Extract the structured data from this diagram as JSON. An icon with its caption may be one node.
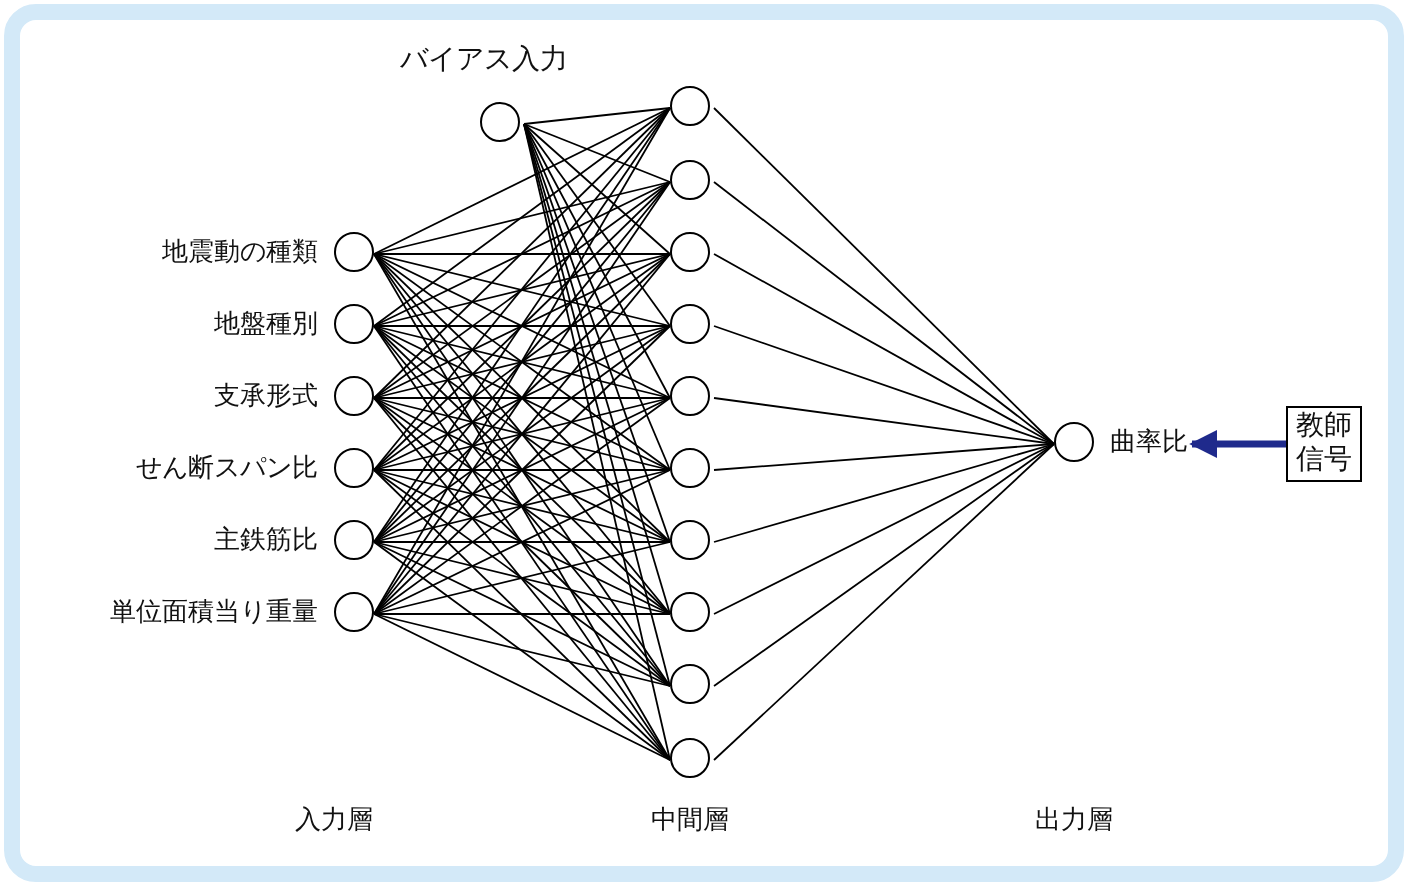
{
  "diagram": {
    "nodes": [
      {
        "text": [],
        "shape": "circle",
        "beside": [
          "バイアス入力"
        ]
      },
      {
        "text": [],
        "shape": "circle",
        "beside": [
          "地震動の種類"
        ]
      },
      {
        "text": [],
        "shape": "circle",
        "beside": [
          "地盤種別"
        ]
      },
      {
        "text": [],
        "shape": "circle",
        "beside": [
          "支承形式"
        ]
      },
      {
        "text": [],
        "shape": "circle",
        "beside": [
          "せん断スパン比"
        ]
      },
      {
        "text": [],
        "shape": "circle",
        "beside": [
          "主鉄筋比"
        ]
      },
      {
        "text": [],
        "shape": "circle",
        "beside": [
          "単位面積当り重量"
        ]
      },
      {
        "text": [],
        "shape": "circle"
      },
      {
        "text": [],
        "shape": "circle"
      },
      {
        "text": [],
        "shape": "circle"
      },
      {
        "text": [],
        "shape": "circle"
      },
      {
        "text": [],
        "shape": "circle"
      },
      {
        "text": [],
        "shape": "circle"
      },
      {
        "text": [],
        "shape": "circle"
      },
      {
        "text": [],
        "shape": "circle"
      },
      {
        "text": [],
        "shape": "circle"
      },
      {
        "text": [],
        "shape": "circle"
      },
      {
        "text": [],
        "shape": "circle",
        "beside": [
          "曲率比"
        ]
      },
      {
        "text": [
          "教師信号"
        ]
      }
    ],
    "edges": [
      {
        "from": 0,
        "to": 7,
        "arrow": "none"
      },
      {
        "from": 0,
        "to": 8,
        "arrow": "none"
      },
      {
        "from": 0,
        "to": 9,
        "arrow": "none"
      },
      {
        "from": 0,
        "to": 10,
        "arrow": "none"
      },
      {
        "from": 0,
        "to": 11,
        "arrow": "none"
      },
      {
        "from": 0,
        "to": 12,
        "arrow": "none"
      },
      {
        "from": 0,
        "to": 13,
        "arrow": "none"
      },
      {
        "from": 0,
        "to": 14,
        "arrow": "none"
      },
      {
        "from": 0,
        "to": 15,
        "arrow": "none"
      },
      {
        "from": 0,
        "to": 16,
        "arrow": "none"
      },
      {
        "from": 1,
        "to": 7,
        "arrow": "none"
      },
      {
        "from": 1,
        "to": 8,
        "arrow": "none"
      },
      {
        "from": 1,
        "to": 9,
        "arrow": "none"
      },
      {
        "from": 1,
        "to": 10,
        "arrow": "none"
      },
      {
        "from": 1,
        "to": 11,
        "arrow": "none"
      },
      {
        "from": 1,
        "to": 12,
        "arrow": "none"
      },
      {
        "from": 1,
        "to": 13,
        "arrow": "none"
      },
      {
        "from": 1,
        "to": 14,
        "arrow": "none"
      },
      {
        "from": 1,
        "to": 15,
        "arrow": "none"
      },
      {
        "from": 1,
        "to": 16,
        "arrow": "none"
      },
      {
        "from": 2,
        "to": 7,
        "arrow": "none"
      },
      {
        "from": 2,
        "to": 8,
        "arrow": "none"
      },
      {
        "from": 2,
        "to": 9,
        "arrow": "none"
      },
      {
        "from": 2,
        "to": 10,
        "arrow": "none"
      },
      {
        "from": 2,
        "to": 11,
        "arrow": "none"
      },
      {
        "from": 2,
        "to": 12,
        "arrow": "none"
      },
      {
        "from": 2,
        "to": 13,
        "arrow": "none"
      },
      {
        "from": 2,
        "to": 14,
        "arrow": "none"
      },
      {
        "from": 2,
        "to": 15,
        "arrow": "none"
      },
      {
        "from": 2,
        "to": 16,
        "arrow": "none"
      },
      {
        "from": 3,
        "to": 7,
        "arrow": "none"
      },
      {
        "from": 3,
        "to": 8,
        "arrow": "none"
      },
      {
        "from": 3,
        "to": 9,
        "arrow": "none"
      },
      {
        "from": 3,
        "to": 10,
        "arrow": "none"
      },
      {
        "from": 3,
        "to": 11,
        "arrow": "none"
      },
      {
        "from": 3,
        "to": 12,
        "arrow": "none"
      },
      {
        "from": 3,
        "to": 13,
        "arrow": "none"
      },
      {
        "from": 3,
        "to": 14,
        "arrow": "none"
      },
      {
        "from": 3,
        "to": 15,
        "arrow": "none"
      },
      {
        "from": 3,
        "to": 16,
        "arrow": "none"
      },
      {
        "from": 4,
        "to": 7,
        "arrow": "none"
      },
      {
        "from": 4,
        "to": 8,
        "arrow": "none"
      },
      {
        "from": 4,
        "to": 9,
        "arrow": "none"
      },
      {
        "from": 4,
        "to": 10,
        "arrow": "none"
      },
      {
        "from": 4,
        "to": 11,
        "arrow": "none"
      },
      {
        "from": 4,
        "to": 12,
        "arrow": "none"
      },
      {
        "from": 4,
        "to": 13,
        "arrow": "none"
      },
      {
        "from": 4,
        "to": 14,
        "arrow": "none"
      },
      {
        "from": 4,
        "to": 15,
        "arrow": "none"
      },
      {
        "from": 4,
        "to": 16,
        "arrow": "none"
      },
      {
        "from": 5,
        "to": 7,
        "arrow": "none"
      },
      {
        "from": 5,
        "to": 8,
        "arrow": "none"
      },
      {
        "from": 5,
        "to": 9,
        "arrow": "none"
      },
      {
        "from": 5,
        "to": 10,
        "arrow": "none"
      },
      {
        "from": 5,
        "to": 11,
        "arrow": "none"
      },
      {
        "from": 5,
        "to": 12,
        "arrow": "none"
      },
      {
        "from": 5,
        "to": 13,
        "arrow": "none"
      },
      {
        "from": 5,
        "to": 14,
        "arrow": "none"
      },
      {
        "from": 5,
        "to": 15,
        "arrow": "none"
      },
      {
        "from": 5,
        "to": 16,
        "arrow": "none"
      },
      {
        "from": 6,
        "to": 7,
        "arrow": "none"
      },
      {
        "from": 6,
        "to": 8,
        "arrow": "none"
      },
      {
        "from": 6,
        "to": 9,
        "arrow": "none"
      },
      {
        "from": 6,
        "to": 10,
        "arrow": "none"
      },
      {
        "from": 6,
        "to": 11,
        "arrow": "none"
      },
      {
        "from": 6,
        "to": 12,
        "arrow": "none"
      },
      {
        "from": 6,
        "to": 13,
        "arrow": "none"
      },
      {
        "from": 6,
        "to": 14,
        "arrow": "none"
      },
      {
        "from": 6,
        "to": 15,
        "arrow": "none"
      },
      {
        "from": 6,
        "to": 16,
        "arrow": "none"
      },
      {
        "from": 7,
        "to": 17,
        "arrow": "none"
      },
      {
        "from": 8,
        "to": 17,
        "arrow": "none"
      },
      {
        "from": 9,
        "to": 17,
        "arrow": "none"
      },
      {
        "from": 10,
        "to": 17,
        "arrow": "none"
      },
      {
        "from": 11,
        "to": 17,
        "arrow": "none"
      },
      {
        "from": 12,
        "to": 17,
        "arrow": "none"
      },
      {
        "from": 13,
        "to": 17,
        "arrow": "none"
      },
      {
        "from": 14,
        "to": 17,
        "arrow": "none"
      },
      {
        "from": 15,
        "to": 17,
        "arrow": "none"
      },
      {
        "from": 16,
        "to": 17,
        "arrow": "none"
      },
      {
        "from": 18,
        "to": 17,
        "arrow": "to",
        "style": "thick",
        "color": "#1f2a8c"
      }
    ],
    "labels": [
      "入力層",
      "中間層",
      "出力層"
    ]
  }
}
